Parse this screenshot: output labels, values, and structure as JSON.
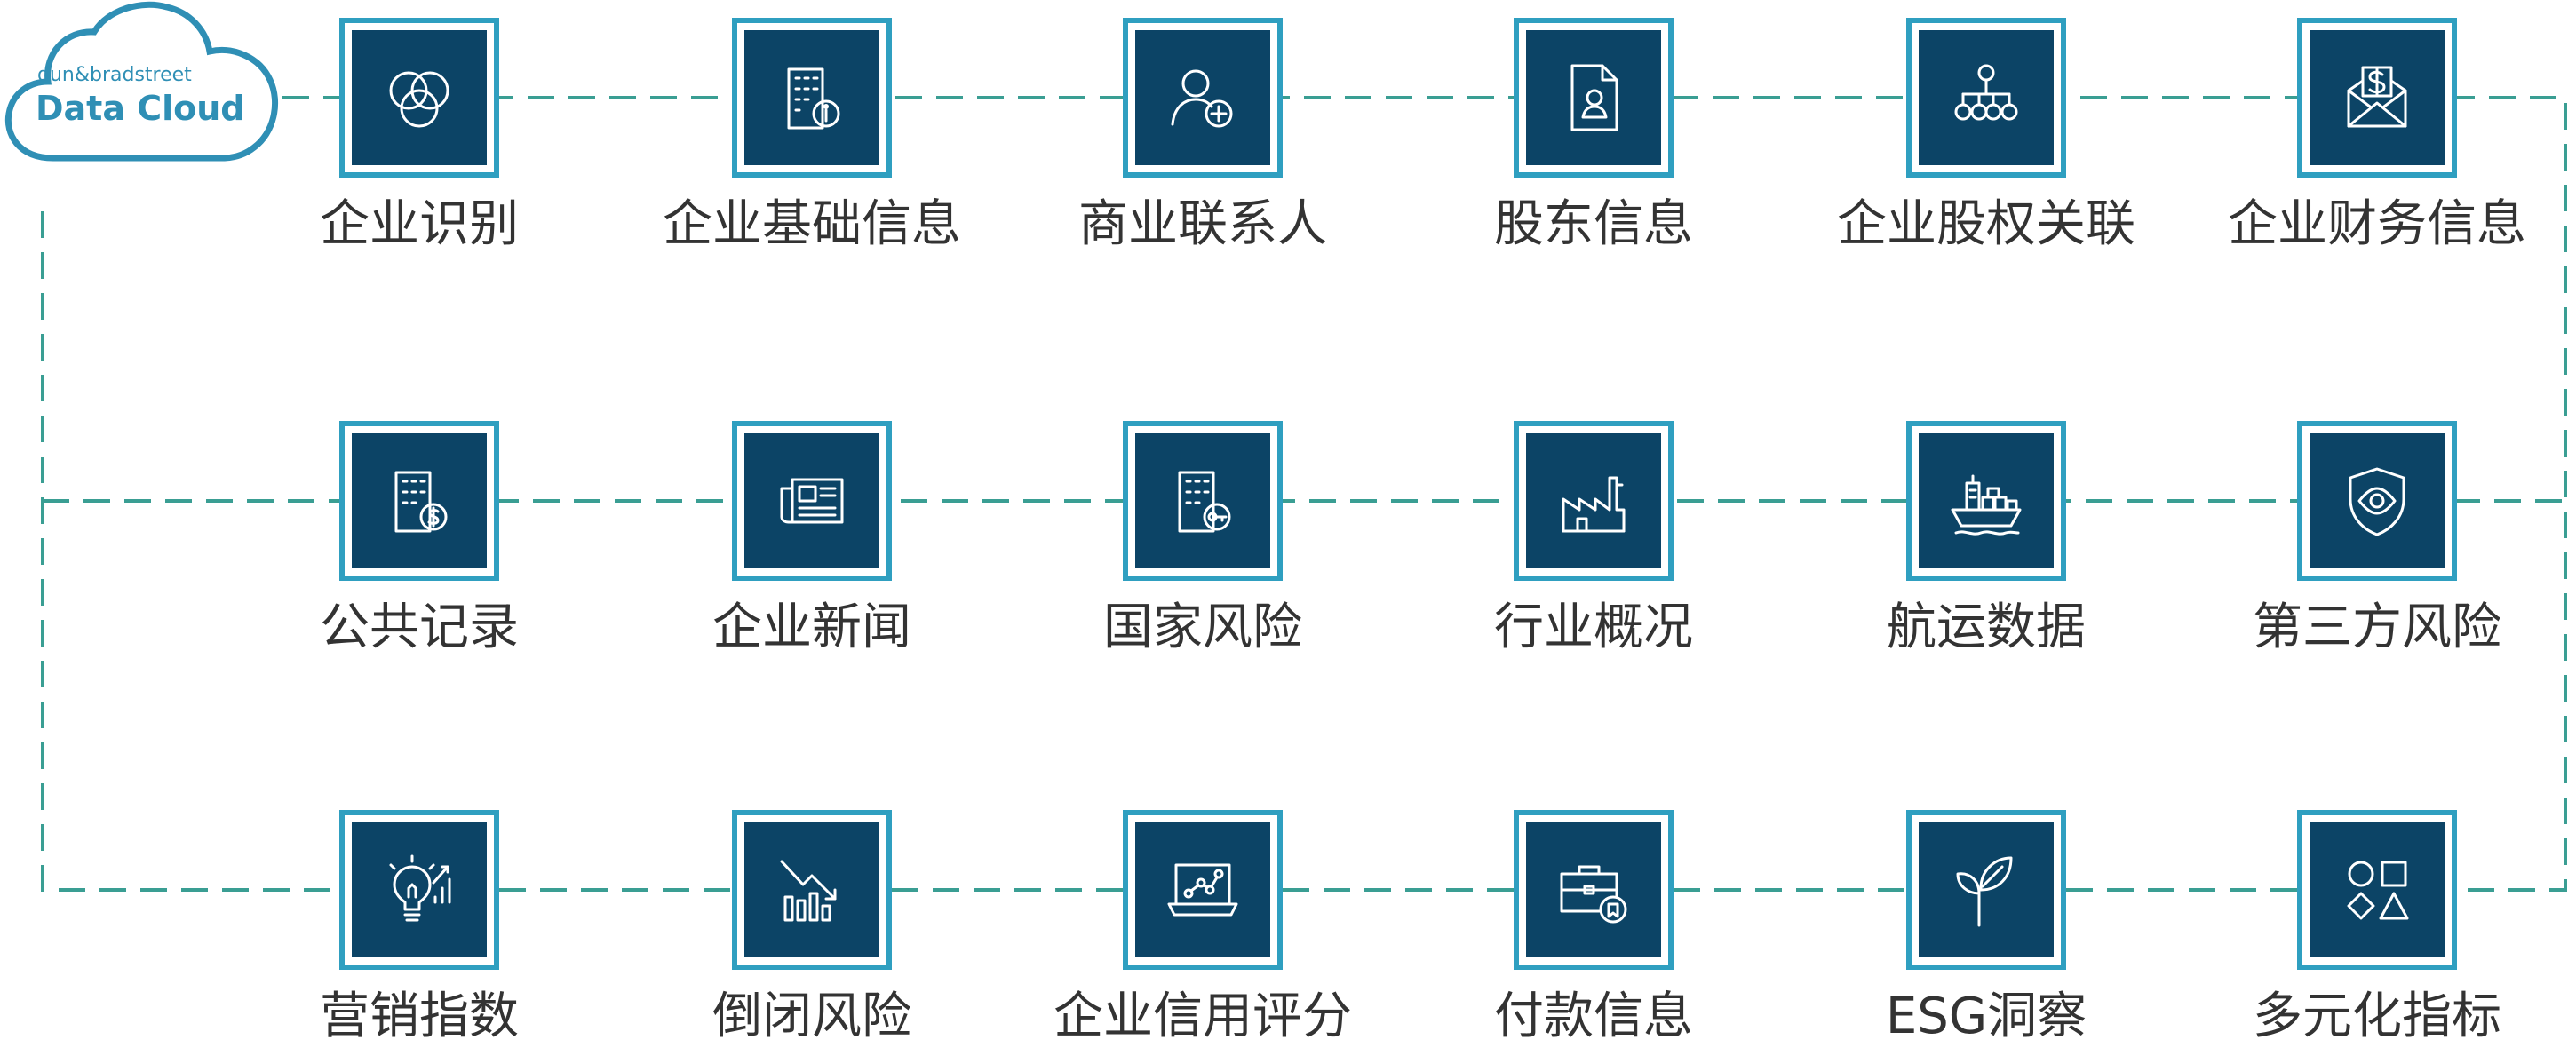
{
  "logo": {
    "brand_small": "dun&bradstreet",
    "brand_big": "Data Cloud"
  },
  "colors": {
    "tile_fill": "#0c4466",
    "tile_border": "#2f9fc0",
    "connector": "#3a9e93",
    "label": "#333333"
  },
  "rows": [
    [
      {
        "label": "企业识别",
        "icon": "venn-circles-icon"
      },
      {
        "label": "企业基础信息",
        "icon": "building-info-icon"
      },
      {
        "label": "商业联系人",
        "icon": "user-add-icon"
      },
      {
        "label": "股东信息",
        "icon": "document-person-icon"
      },
      {
        "label": "企业股权关联",
        "icon": "hierarchy-icon"
      },
      {
        "label": "企业财务信息",
        "icon": "envelope-dollar-icon"
      }
    ],
    [
      {
        "label": "公共记录",
        "icon": "building-dollar-icon"
      },
      {
        "label": "企业新闻",
        "icon": "newspaper-icon"
      },
      {
        "label": "国家风险",
        "icon": "building-key-icon"
      },
      {
        "label": "行业概况",
        "icon": "factory-icon"
      },
      {
        "label": "航运数据",
        "icon": "cargo-ship-icon"
      },
      {
        "label": "第三方风险",
        "icon": "shield-eye-icon"
      }
    ],
    [
      {
        "label": "营销指数",
        "icon": "lightbulb-chart-icon"
      },
      {
        "label": "倒闭风险",
        "icon": "declining-chart-icon"
      },
      {
        "label": "企业信用评分",
        "icon": "laptop-chart-icon"
      },
      {
        "label": "付款信息",
        "icon": "briefcase-badge-icon"
      },
      {
        "label": "ESG洞察",
        "icon": "plant-icon"
      },
      {
        "label": "多元化指标",
        "icon": "shapes-icon"
      }
    ]
  ]
}
